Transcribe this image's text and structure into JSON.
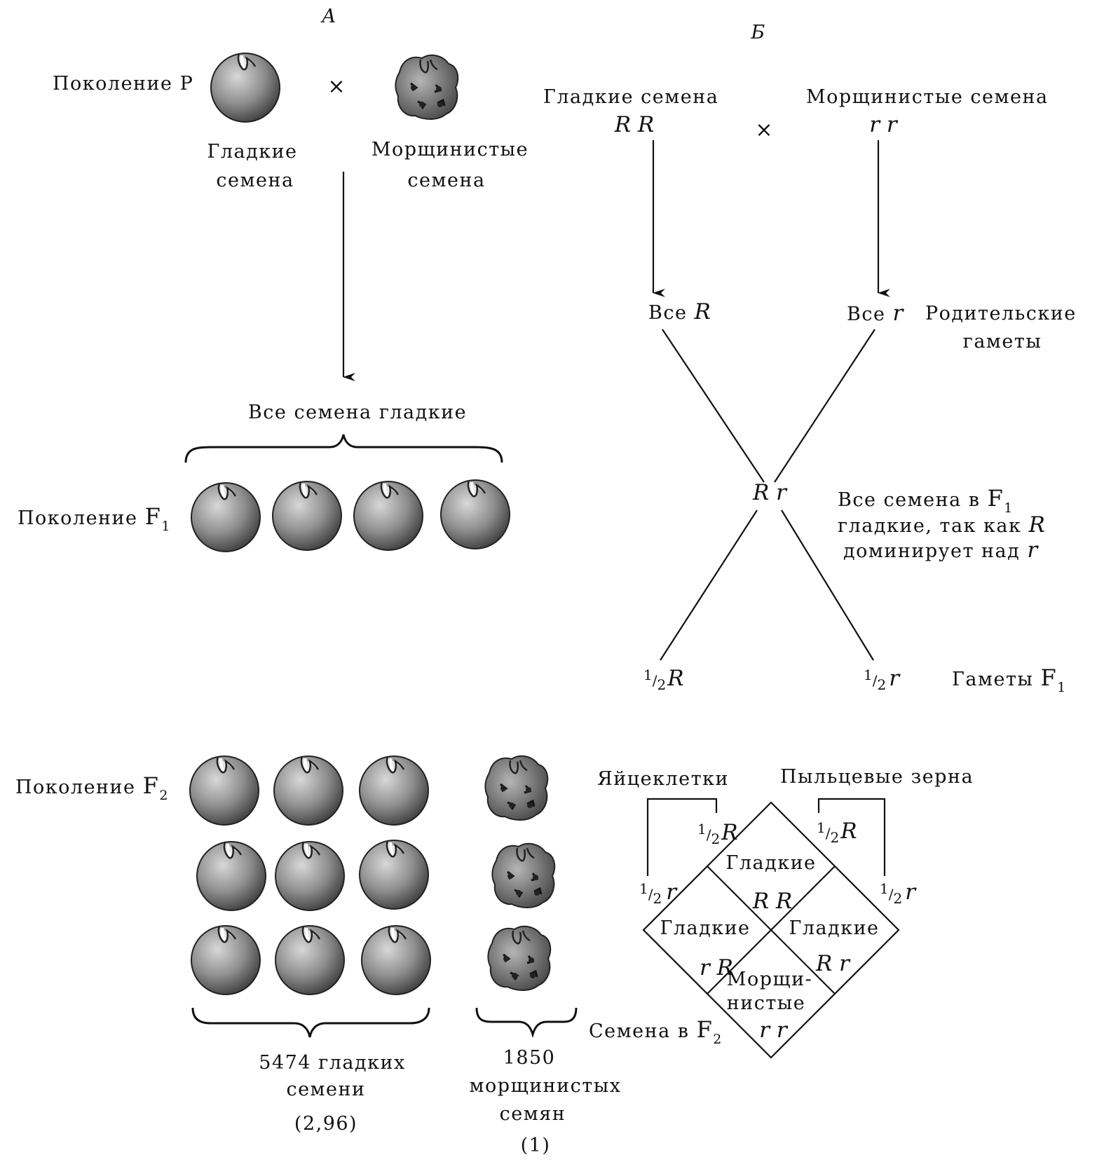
{
  "panel_a": {
    "letter": "A",
    "gen_p_label": "Поколение P",
    "cross_symbol": "×",
    "smooth_label_1": "Гладкие",
    "smooth_label_2": "семена",
    "wrinkled_label_1": "Морщинистые",
    "wrinkled_label_2": "семена",
    "all_smooth_label": "Все семена гладкие",
    "gen_f1_label": "Поколение",
    "gen_f1_F": "F",
    "gen_f1_sub": "1",
    "gen_f2_label": "Поколение",
    "gen_f2_F": "F",
    "gen_f2_sub": "2",
    "count_smooth_1": "5474 гладких",
    "count_smooth_2": "семени",
    "ratio_smooth": "(2,96)",
    "count_wrinkled_1": "1850",
    "count_wrinkled_2": "морщинистых",
    "count_wrinkled_3": "семян",
    "ratio_wrinkled": "(1)"
  },
  "panel_b": {
    "letter": "Б",
    "smooth_title": "Гладкие семена",
    "smooth_genotype": "R R",
    "cross_symbol": "×",
    "wrinkled_title": "Морщинистые семена",
    "wrinkled_genotype": "r r",
    "all_R_word": "Все",
    "all_R_allele": "R",
    "all_r_word": "Все",
    "all_r_allele": "r",
    "parental_gametes_1": "Родительские",
    "parental_gametes_2": "гаметы",
    "f1_genotype": "R r",
    "f1_note_1": "Все семена в",
    "f1_note_F": "F",
    "f1_note_sub": "1",
    "f1_note_2": "гладкие, так как",
    "f1_note_2_allele": "R",
    "f1_note_3": "доминирует над",
    "f1_note_3_allele": "r",
    "half_num": "1",
    "half_den": "2",
    "gamete_R": "R",
    "gamete_r": "r",
    "f1_gametes_label": "Гаметы",
    "f1_gametes_F": "F",
    "f1_gametes_sub": "1"
  },
  "punnett": {
    "eggs_label": "Яйцеклетки",
    "pollen_label": "Пыльцевые зерна",
    "egg_R": "R",
    "egg_r": "r",
    "pollen_R": "R",
    "pollen_r": "r",
    "cells": [
      {
        "phenotype": "Гладкие",
        "genotype": "R R"
      },
      {
        "phenotype": "Гладкие",
        "genotype": "r R"
      },
      {
        "phenotype": "Гладкие",
        "genotype": "R r"
      },
      {
        "phenotype_1": "Морщи-",
        "phenotype_2": "нистые",
        "genotype": "r r"
      }
    ],
    "f2_seeds_label": "Семена в",
    "f2_seeds_F": "F",
    "f2_seeds_sub": "2"
  }
}
